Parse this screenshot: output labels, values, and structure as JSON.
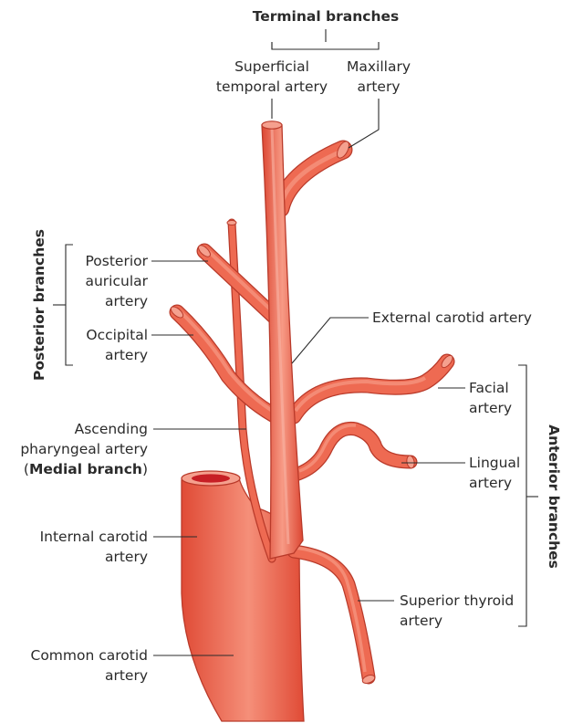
{
  "terminal": {
    "heading": "Terminal branches",
    "superficial_temporal": [
      "Superficial",
      "temporal artery"
    ],
    "maxillary": [
      "Maxillary",
      "artery"
    ]
  },
  "posterior": {
    "heading": "Posterior branches",
    "posterior_auricular": [
      "Posterior",
      "auricular",
      "artery"
    ],
    "occipital": [
      "Occipital",
      "artery"
    ]
  },
  "medial": {
    "ascending_pharyngeal": [
      "Ascending",
      "pharyngeal artery"
    ],
    "medial_open": "(",
    "medial_bold": "Medial branch",
    "medial_close": ")"
  },
  "external_carotid": "External carotid artery",
  "internal_carotid": [
    "Internal carotid",
    "artery"
  ],
  "common_carotid": [
    "Common carotid",
    "artery"
  ],
  "anterior": {
    "heading": "Anterior branches",
    "facial": [
      "Facial",
      "artery"
    ],
    "lingual": [
      "Lingual",
      "artery"
    ],
    "superior_thyroid": [
      "Superior thyroid",
      "artery"
    ]
  },
  "colors": {
    "artery_fill": "#ec5a45",
    "artery_highlight": "#f79a85",
    "artery_outline": "#b93a2a",
    "lumen": "#c71f25",
    "text": "#2b2b2b"
  }
}
